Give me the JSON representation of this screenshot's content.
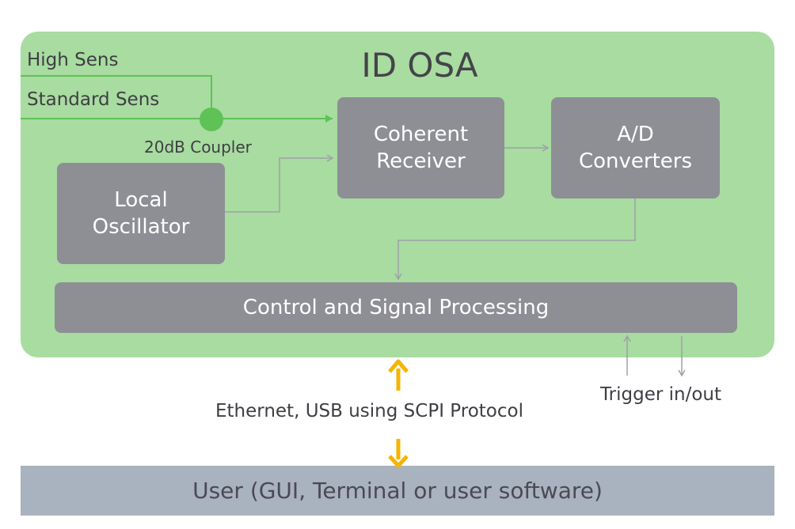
{
  "diagram": {
    "title": "ID OSA",
    "inputs": {
      "high_sens": "High Sens",
      "standard_sens": "Standard Sens",
      "coupler": "20dB Coupler"
    },
    "blocks": {
      "coherent_receiver": "Coherent\nReceiver",
      "ad_converters": "A/D\nConverters",
      "local_oscillator": "Local\nOscillator",
      "control_processing": "Control and Signal Processing"
    },
    "links": {
      "ethernet_usb": "Ethernet, USB using SCPI Protocol",
      "trigger": "Trigger in/out"
    },
    "user": "User (GUI, Terminal or user software)",
    "colors": {
      "panel": "#a8dca0",
      "block": "#8e8e95",
      "optical_line": "#5ec256",
      "signal_arrow": "#a0a0aa",
      "io_arrow": "#f5b400",
      "user_bar": "#a9b2bf"
    }
  }
}
